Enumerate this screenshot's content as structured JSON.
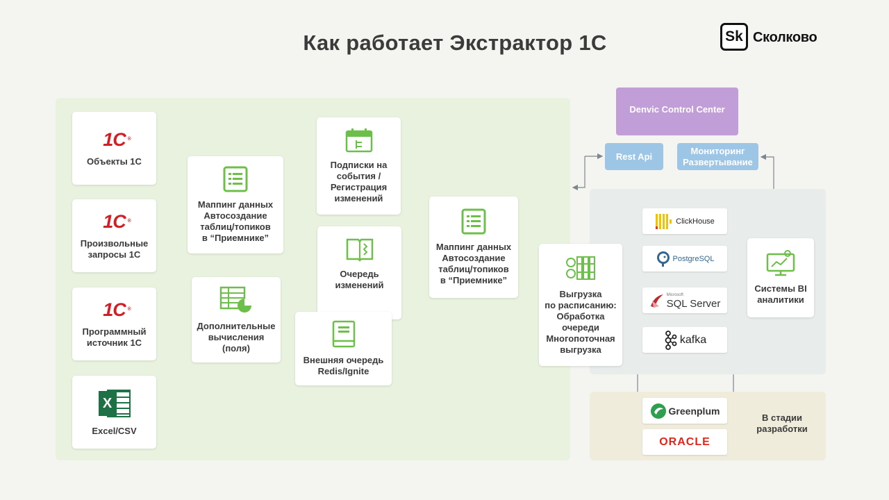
{
  "title": "Как работает Экстрактор 1С",
  "logo": {
    "mark": "Sk",
    "text": "Сколково"
  },
  "sources": [
    {
      "logo": "1С",
      "label": "Объекты 1С"
    },
    {
      "logo": "1С",
      "label": "Произвольные\nзапросы 1С"
    },
    {
      "logo": "1С",
      "label": "Программный\nисточник 1С"
    },
    {
      "logo": "X",
      "label": "Excel/CSV"
    }
  ],
  "mapping1": {
    "label": "Маппинг данных\nАвтосоздание\nтаблиц/топиков\nв “Приемнике”"
  },
  "calc": {
    "label": "Дополнительные\nвычисления\n(поля)"
  },
  "subscriptions": {
    "label": "Подписки на\nсобытия /\nРегистрация\nизменений"
  },
  "queue": {
    "label": "Очередь\nизменений"
  },
  "ext_queue": {
    "label": "Внешняя очередь\nRedis/Ignite"
  },
  "mapping2": {
    "label": "Маппинг данных\nАвтосоздание\nтаблиц/топиков\nв “Приемнике”"
  },
  "export": {
    "label": "Выгрузка\nпо расписанию:\nОбработка\nочереди\nМногопоточная\nвыгрузка"
  },
  "control_center": {
    "label": "Denvic Control Center"
  },
  "rest_api": {
    "label": "Rest Api"
  },
  "monitoring": {
    "label": "Мониторинг\nРазвертывание"
  },
  "targets": [
    {
      "name": "ClickHouse",
      "icon": "clickhouse-icon"
    },
    {
      "name": "PostgreSQL",
      "icon": "postgresql-icon"
    },
    {
      "name": "SQL Server",
      "prefix": "Microsoft",
      "icon": "sql-server-icon"
    },
    {
      "name": "kafka",
      "icon": "kafka-icon"
    }
  ],
  "bi": {
    "label": "Системы BI\nаналитики"
  },
  "in_dev": {
    "label": "В стадии\nразработки",
    "items": [
      {
        "name": "Greenplum",
        "icon": "greenplum-icon"
      },
      {
        "name": "ORACLE",
        "icon": "oracle-logo"
      }
    ]
  },
  "colors": {
    "green_arrow": "#9ccb6b",
    "grey_arrow": "#8a9399",
    "icon_green": "#6cc04a",
    "onec_red": "#d21f26",
    "purple": "#c29ed8",
    "blue": "#9cc5e6"
  }
}
